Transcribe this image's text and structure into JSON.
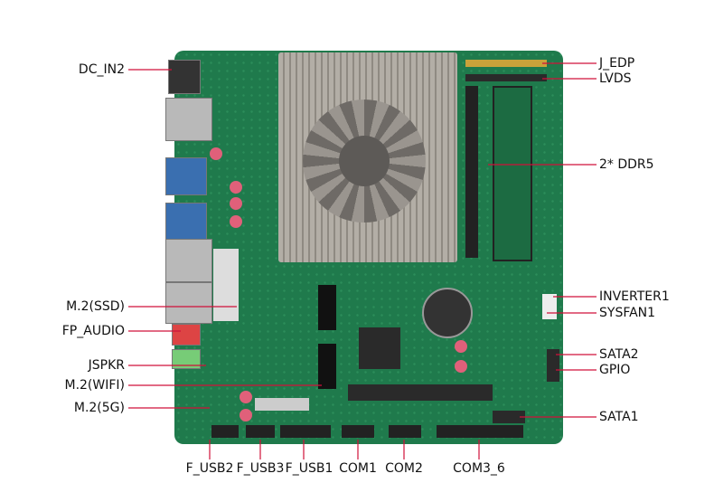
{
  "accent_line_color": "#d0103a",
  "labels_left": [
    {
      "id": "dc-in2",
      "text": "DC_IN2"
    },
    {
      "id": "m2-ssd",
      "text": "M.2(SSD)"
    },
    {
      "id": "fp-audio",
      "text": "FP_AUDIO"
    },
    {
      "id": "jspkr",
      "text": "JSPKR"
    },
    {
      "id": "m2-wifi",
      "text": "M.2(WIFI)"
    },
    {
      "id": "m2-5g",
      "text": "M.2(5G)"
    }
  ],
  "labels_bottom": [
    {
      "id": "f-usb2",
      "text": "F_USB2"
    },
    {
      "id": "f-usb3",
      "text": "F_USB3"
    },
    {
      "id": "f-usb1",
      "text": "F_USB1"
    },
    {
      "id": "com1",
      "text": "COM1"
    },
    {
      "id": "com2",
      "text": "COM2"
    },
    {
      "id": "com3-6",
      "text": "COM3_6"
    }
  ],
  "labels_right": [
    {
      "id": "j-edp",
      "text": "J_EDP"
    },
    {
      "id": "lvds",
      "text": "LVDS"
    },
    {
      "id": "ddr5",
      "text": "2* DDR5"
    },
    {
      "id": "inverter1",
      "text": "INVERTER1"
    },
    {
      "id": "sysfan1",
      "text": "SYSFAN1"
    },
    {
      "id": "sata2",
      "text": "SATA2"
    },
    {
      "id": "gpio",
      "text": "GPIO"
    },
    {
      "id": "sata1",
      "text": "SATA1"
    }
  ]
}
